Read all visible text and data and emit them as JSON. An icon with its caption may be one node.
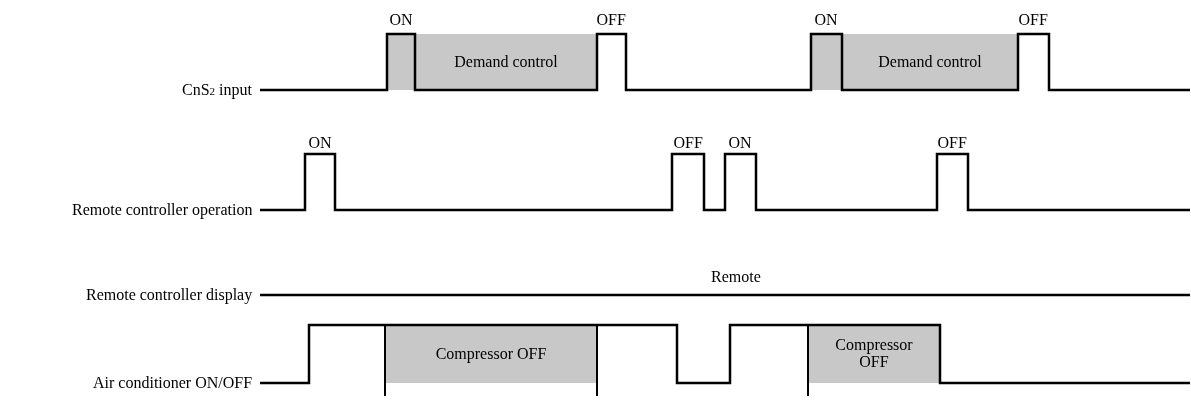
{
  "diagram": {
    "nodes": [
      {
        "text": [
          "Demand control"
        ]
      },
      {
        "text": [
          "Demand control"
        ]
      },
      {
        "text": [
          "Compressor OFF"
        ]
      },
      {
        "text": [
          "Compressor OFF"
        ]
      }
    ],
    "labels": [
      "ON",
      "OFF",
      "ON",
      "OFF",
      "CnS$_{2}$ input",
      "ON",
      "OFF",
      "ON",
      "OFF",
      "Remote controller operation",
      "Remote",
      "Remote controller display",
      "Air conditioner ON/OFF"
    ]
  }
}
